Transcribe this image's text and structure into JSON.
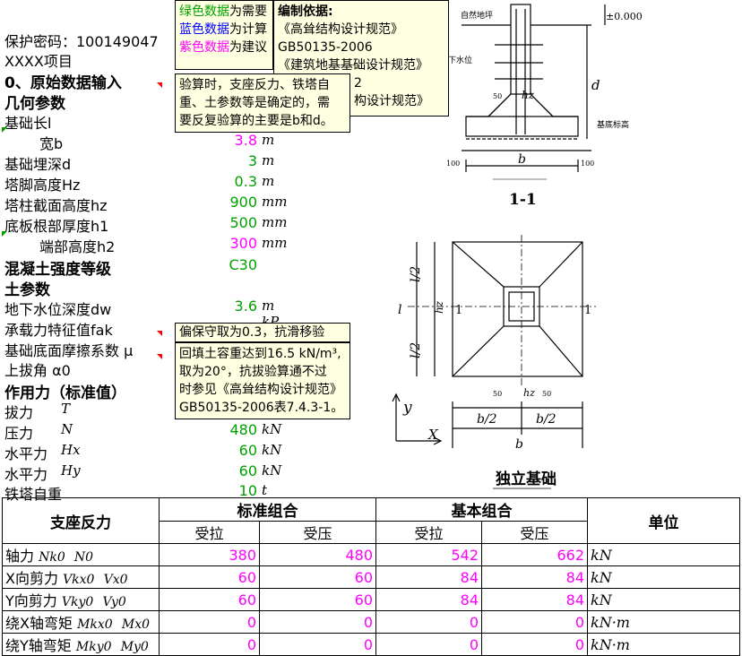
{
  "header": {
    "password_line": "保护密码：100149047",
    "project": "XXXX项目",
    "section0": "0、原始数据输入",
    "geom_title": "几何参数"
  },
  "params": [
    {
      "label": "基础长l",
      "value": "",
      "unit": ""
    },
    {
      "label": "宽b",
      "value": "3.8",
      "unit": "m"
    },
    {
      "label": "基础埋深d",
      "value": "3",
      "unit": "m"
    },
    {
      "label": "塔脚高度Hz",
      "value": "0.3",
      "unit": "m"
    },
    {
      "label": "塔柱截面高度hz",
      "value": "900",
      "unit": "mm"
    },
    {
      "label": "底板根部厚度h1",
      "value": "500",
      "unit": "mm"
    },
    {
      "label": "端部高度h2",
      "value": "300",
      "unit": "mm"
    }
  ],
  "concrete": {
    "label": "混凝土强度等级",
    "value": "C30"
  },
  "soil_title": "土参数",
  "soil": [
    {
      "label": "地下水位深度dw",
      "value": "3.6",
      "unit": "m"
    },
    {
      "label": "承载力特征值fak",
      "value": "",
      "unit": "kP"
    },
    {
      "label": "基础底面摩擦系数 μ",
      "value": "",
      "unit": ""
    },
    {
      "label": "上拔角 α0",
      "value": "",
      "unit": ""
    }
  ],
  "loads_title": "作用力（标准值）",
  "loads": [
    {
      "label": "拔力",
      "sym": "T",
      "value": "",
      "unit": ""
    },
    {
      "label": "压力",
      "sym": "N",
      "value": "480",
      "unit": "kN"
    },
    {
      "label": "水平力",
      "sym": "Hx",
      "value": "60",
      "unit": "kN"
    },
    {
      "label": "水平力",
      "sym": "Hy",
      "value": "60",
      "unit": "kN"
    },
    {
      "label": "铁塔自重",
      "sym": "",
      "value": "10",
      "unit": "t"
    }
  ],
  "notes": {
    "legend_green": "绿色数据",
    "legend_green_tail": "为需要",
    "legend_blue": "蓝色数据",
    "legend_blue_tail": "为计算",
    "legend_purple": "紫色数据",
    "legend_purple_tail": "为建议",
    "basis_title": "编制依据:",
    "basis_1": "《高耸结构设计规范》",
    "basis_2": "GB50135-2006",
    "basis_3": "《建筑地基基础设计规范》",
    "basis_4": "2",
    "basis_5": "构设计规范》",
    "check_1": "验算时，支座反力、铁塔自",
    "check_2": "重、土参数等是确定的，需",
    "check_3": "要反复验算的主要是b和d。",
    "mu_note": "偏保守取为0.3，抗滑移验",
    "alpha_1": "回填土容重达到16.5 kN/m³,",
    "alpha_2": "取为20°，抗拔验算通不过",
    "alpha_3": "时参见《高耸结构设计规范》",
    "alpha_4": "GB50135-2006表7.4.3-1。"
  },
  "drawing": {
    "ground_label": "自然地坪",
    "water_label": "下水位",
    "base_label": "基底标高",
    "zero_label": "±0.000",
    "section_label": "1-1",
    "plan_label": "独立基础",
    "dim_d": "d",
    "dim_b": "b",
    "dim_b2": "b/2",
    "dim_l": "l",
    "dim_l2": "l/2",
    "dim_hz": "hz",
    "dim_50": "50",
    "dim_100": "100",
    "axis_y": "y",
    "axis_x": "X",
    "mark_1": "1"
  },
  "table": {
    "title": "支座反力",
    "group_std": "标准组合",
    "group_basic": "基本组合",
    "unit_header": "单位",
    "tension": "受拉",
    "compression": "受压",
    "rows": [
      {
        "name": "轴力",
        "s1": "Nk0",
        "s2": "N0",
        "v": [
          "380",
          "480",
          "542",
          "662"
        ],
        "unit": "kN"
      },
      {
        "name": "X向剪力",
        "s1": "Vkx0",
        "s2": "Vx0",
        "v": [
          "60",
          "60",
          "84",
          "84"
        ],
        "unit": "kN"
      },
      {
        "name": "Y向剪力",
        "s1": "Vky0",
        "s2": "Vy0",
        "v": [
          "60",
          "60",
          "84",
          "84"
        ],
        "unit": "kN"
      },
      {
        "name": "绕X轴弯矩",
        "s1": "Mkx0",
        "s2": "Mx0",
        "v": [
          "0",
          "0",
          "0",
          "0"
        ],
        "unit": "kN·m"
      },
      {
        "name": "绕Y轴弯矩",
        "s1": "Mky0",
        "s2": "My0",
        "v": [
          "0",
          "0",
          "0",
          "0"
        ],
        "unit": "kN·m"
      }
    ]
  },
  "colors": {
    "green": "#00a000",
    "pink": "#ff00ff",
    "note_bg": "#ffffe1"
  }
}
